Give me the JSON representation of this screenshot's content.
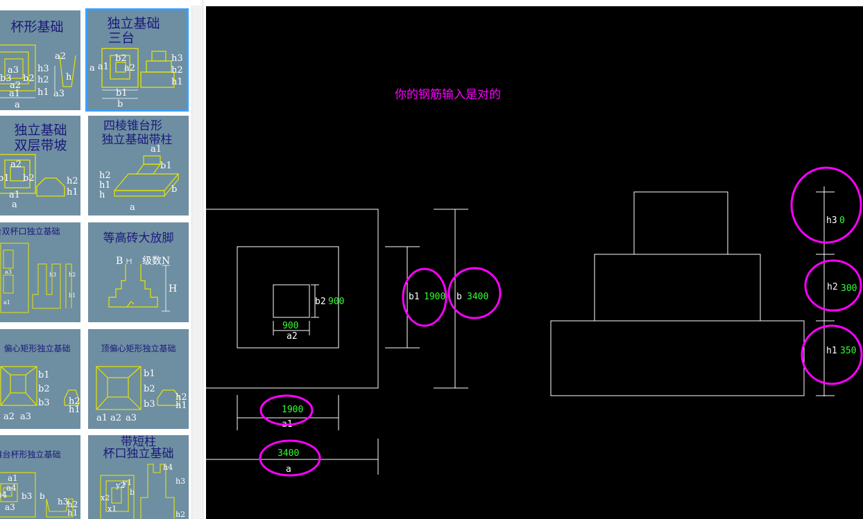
{
  "gallery": {
    "tiles": [
      {
        "title": "杯形基础"
      },
      {
        "title_line1": "独立基础",
        "title_line2": "三台"
      },
      {
        "title_line1": "独立基础",
        "title_line2": "双层带坡"
      },
      {
        "title_line1": "四棱锥台形",
        "title_line2": "独立基础带柱"
      },
      {
        "title": "台双杯口独立基础"
      },
      {
        "title": "等高砖大放脚",
        "label_b": "B",
        "label_level": "级数N",
        "label_h": "H"
      },
      {
        "title": "偏心矩形独立基础"
      },
      {
        "title": "顶偏心矩形独立基础"
      },
      {
        "title": "锥台杯形独立基础"
      },
      {
        "title_line1": "带短柱",
        "title_line2": "杯口独立基础"
      }
    ],
    "dims": {
      "a": "a",
      "a1": "a1",
      "a2": "a2",
      "a3": "a3",
      "a4": "a4",
      "b": "b",
      "b1": "b1",
      "b2": "b2",
      "b3": "b3",
      "h": "h",
      "h1": "h1",
      "h2": "h2",
      "h3": "h3",
      "x1": "x1",
      "x2": "x2",
      "y1": "y1",
      "y2": "y2"
    }
  },
  "canvas": {
    "message": "你的钢筋输入是对的",
    "plan": {
      "b2_label": "b2",
      "b2_value": "900",
      "a2_label": "a2",
      "a2_value": "900",
      "b1_label": "b1",
      "b1_value": "1900",
      "b_label": "b",
      "b_value": "3400",
      "a1_label": "a1",
      "a1_value": "1900",
      "a_label": "a",
      "a_value": "3400"
    },
    "section": {
      "h3_label": "h3",
      "h3_value": "0",
      "h2_label": "h2",
      "h2_value": "300",
      "h1_label": "h1",
      "h1_value": "350"
    }
  },
  "colors": {
    "tile_bg": "#6e8ea2",
    "tile_title": "#1a1a7a",
    "drawing_line": "#ffffff",
    "value_text": "#33ff33",
    "highlight_circle": "#ff00ff",
    "message_text": "#ff00ff",
    "canvas_bg": "#000000",
    "selection": "#3aa0ff",
    "tile_line": "#e6e600"
  }
}
